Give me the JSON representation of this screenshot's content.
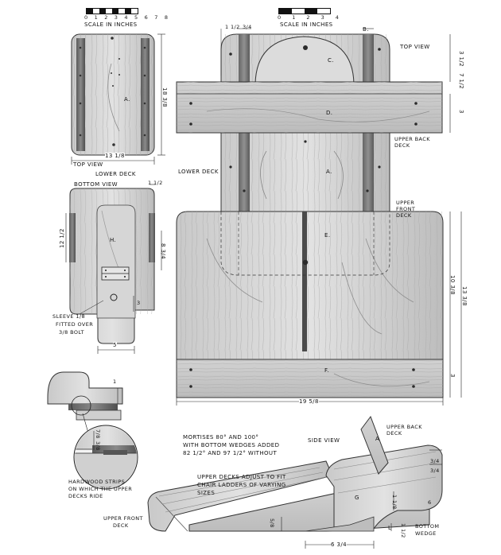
{
  "scales": {
    "left": {
      "numbers": "0 1 2 3 4 5 6 7 8",
      "label": "SCALE IN INCHES"
    },
    "right": {
      "numbers": "0 1 2 3 4",
      "label": "SCALE IN INCHES"
    }
  },
  "lower_deck_top": {
    "view": "TOP VIEW",
    "caption": "LOWER DECK",
    "part": "A.",
    "dim_height": "18 3/8",
    "dim_width": "13 1/8"
  },
  "lower_deck_bottom": {
    "view": "BOTTOM VIEW",
    "part": "H.",
    "part_label": "H",
    "dim_left": "12 1/2",
    "dim_top": "1 1/2",
    "dim_side": "8 3/4",
    "dim_bottom": "5",
    "dim_small": "3",
    "sleeve_note_1": "SLEEVE 1/8",
    "sleeve_note_2": "FITTED OVER",
    "sleeve_note_3": "3/8 BOLT"
  },
  "main_top": {
    "view": "TOP VIEW",
    "parts": {
      "a": "A.",
      "b": "B.",
      "c": "C.",
      "d": "D.",
      "e": "E.",
      "f": "F."
    },
    "labels": {
      "upper_back": "UPPER BACK DECK",
      "lower": "LOWER DECK",
      "upper_front": "UPPER FRONT DECK"
    },
    "dims": {
      "top_a": "1 1/2",
      "top_b": "3/4",
      "right_1": "3 1/2",
      "right_2": "7 1/2",
      "right_3": "3",
      "right_4": "10 3/8",
      "right_5": "13 3/8",
      "right_6": "3",
      "bottom": "19 5/8"
    }
  },
  "detail": {
    "dim_1": "1",
    "dim_2": "7/8",
    "dim_3": "3/8",
    "note_1": "HARDWOOD STRIPS",
    "note_2": "ON WHICH THE UPPER",
    "note_3": "DECKS RIDE"
  },
  "side_view": {
    "title": "SIDE VIEW",
    "mortise_1": "MORTISES 80° AND 100°",
    "mortise_2": "WITH BOTTOM WEDGES ADDED",
    "mortise_3": "82 1/2° AND 97 1/2° WITHOUT",
    "upper_back": "UPPER BACK DECK",
    "adjust_1": "UPPER DECKS ADJUST TO FIT",
    "adjust_2": "CHAIR LADDERS OF VARYING",
    "adjust_3": "SIZES",
    "upper_front_1": "UPPER FRONT",
    "upper_front_2": "DECK",
    "bottom_wedge_1": "BOTTOM",
    "bottom_wedge_2": "WEDGE",
    "part_g": "G",
    "part_l": "L",
    "part_a": "A",
    "dims": {
      "d1": "3/4",
      "d2": "3/4",
      "d3": "1 1/8",
      "d4": "6",
      "d5": "5/8",
      "d6": "1 1/2",
      "d7": "6 3/4"
    }
  }
}
